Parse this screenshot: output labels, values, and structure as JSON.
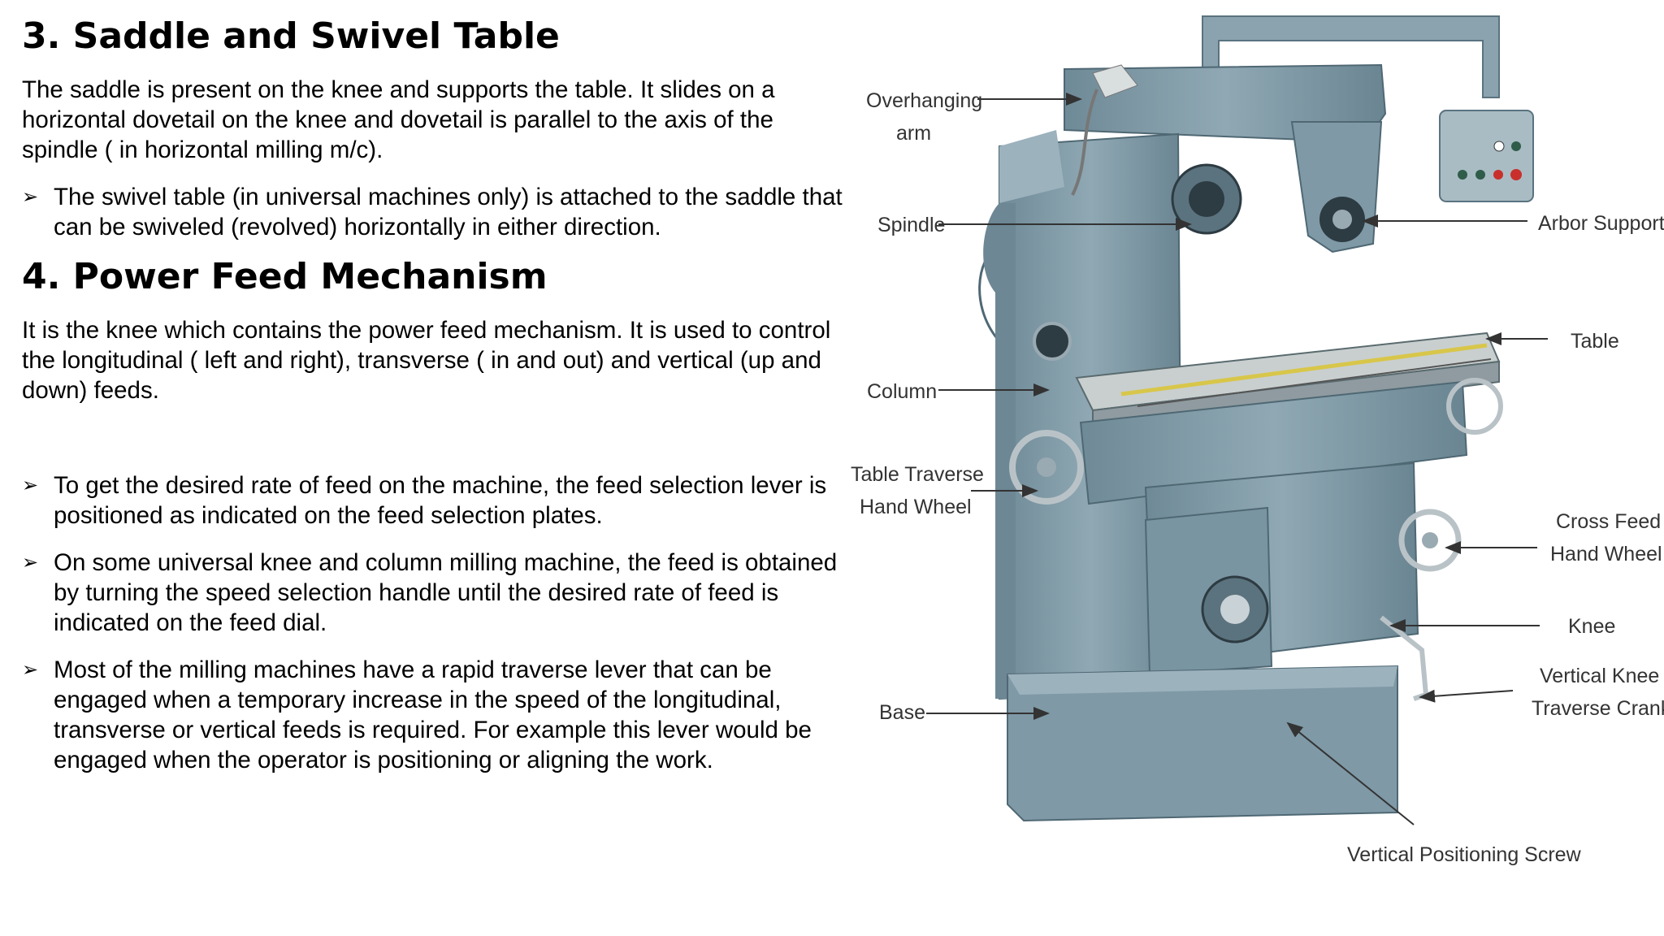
{
  "section3": {
    "heading": "3. Saddle and Swivel Table",
    "para": "The saddle is present on the knee and supports the table. It slides on a horizontal dovetail on the knee and dovetail is parallel to the axis of the spindle ( in horizontal milling m/c).",
    "bullet_marker": "➢",
    "bullets": [
      "The swivel table (in universal machines only) is attached to the saddle that can be swiveled (revolved) horizontally in either direction."
    ]
  },
  "section4": {
    "heading": "4. Power Feed Mechanism",
    "para": "It is the knee which contains the power feed mechanism. It is used to control the longitudinal ( left and right), transverse ( in and out) and vertical (up and down) feeds.",
    "bullets": [
      "To get the desired rate of feed on the machine, the feed selection lever is positioned as indicated on the feed selection plates.",
      "On some universal knee and column milling machine, the feed is obtained by turning the speed selection handle until the desired rate of feed is indicated on the feed dial.",
      "Most of the milling machines have a rapid traverse lever that can be engaged when a temporary increase in the speed of the longitudinal, transverse or vertical feeds is required. For example this lever would be engaged when the operator is positioning or aligning the work."
    ]
  },
  "figure": {
    "labels": {
      "overhanging_1": "Overhanging",
      "overhanging_2": "arm",
      "spindle": "Spindle",
      "column": "Column",
      "table_traverse_1": "Table Traverse",
      "table_traverse_2": "Hand Wheel",
      "base": "Base",
      "arbor_support": "Arbor Support",
      "table": "Table",
      "cross_feed_1": "Cross Feed",
      "cross_feed_2": "Hand Wheel",
      "knee": "Knee",
      "vertical_knee_1": "Vertical Knee",
      "vertical_knee_2": "Traverse Crank",
      "vertical_screw": "Vertical Positioning Screw"
    },
    "colors": {
      "machine": "#7f99a6",
      "machine_dark": "#5a7380",
      "table_top": "#c9cfcf",
      "yellow": "#d8c64a",
      "red": "#c9302c"
    }
  }
}
